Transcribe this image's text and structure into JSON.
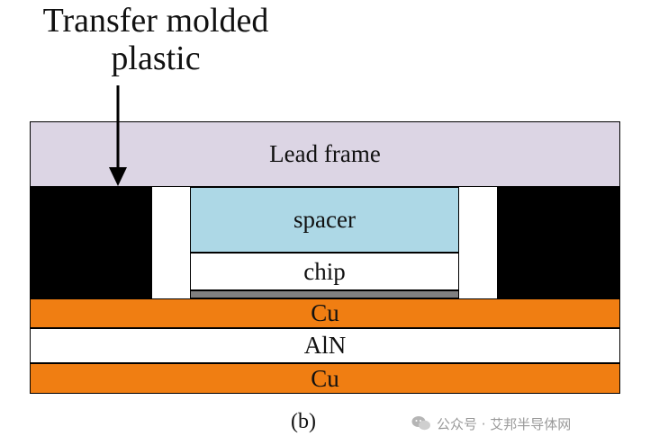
{
  "annotation": {
    "line1": "Transfer molded",
    "line2": "plastic"
  },
  "layers": {
    "lead_frame": "Lead frame",
    "spacer": "spacer",
    "chip": "chip",
    "cu_top": "Cu",
    "aln": "AlN",
    "cu_bottom": "Cu"
  },
  "caption": "(b)",
  "watermark": {
    "text": "公众号 · 艾邦半导体网",
    "icon": "wechat-icon"
  },
  "colors": {
    "lead_frame": "#dcd5e4",
    "mold_compound": "#000000",
    "spacer": "#add8e6",
    "chip": "#ffffff",
    "solder": "#808080",
    "copper": "#f07e12",
    "aln": "#ffffff"
  }
}
